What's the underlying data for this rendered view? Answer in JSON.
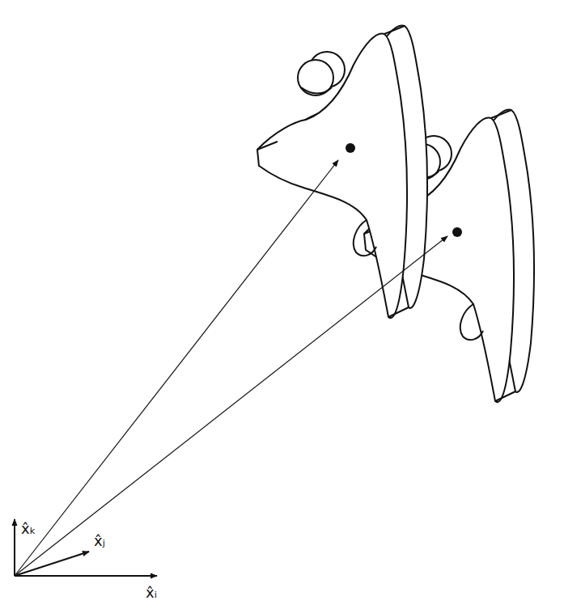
{
  "diagram": {
    "labels": [
      "x̂ₖ",
      "x̂ⱼ",
      "x̂ᵢ"
    ]
  }
}
